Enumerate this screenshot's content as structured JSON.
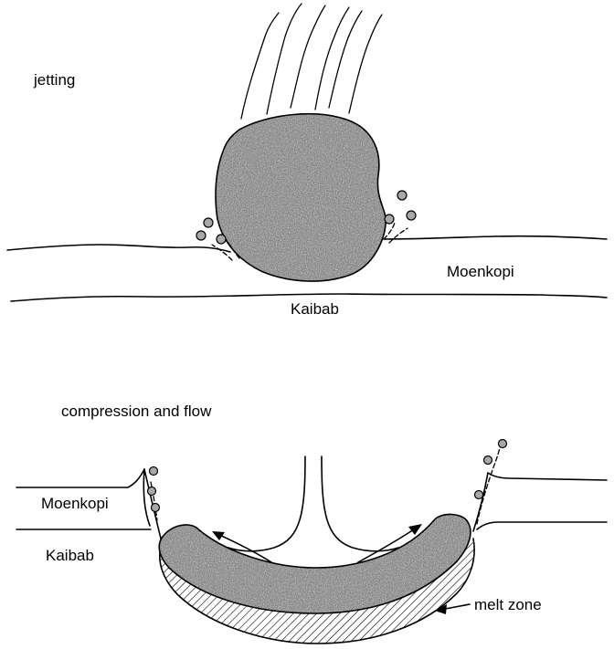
{
  "panels": {
    "top": {
      "title": "jetting",
      "layer_upper": "Moenkopi",
      "layer_lower": "Kaibab"
    },
    "bottom": {
      "title": "compression and flow",
      "layer_upper": "Moenkopi",
      "layer_lower": "Kaibab",
      "melt_label": "melt zone"
    }
  }
}
